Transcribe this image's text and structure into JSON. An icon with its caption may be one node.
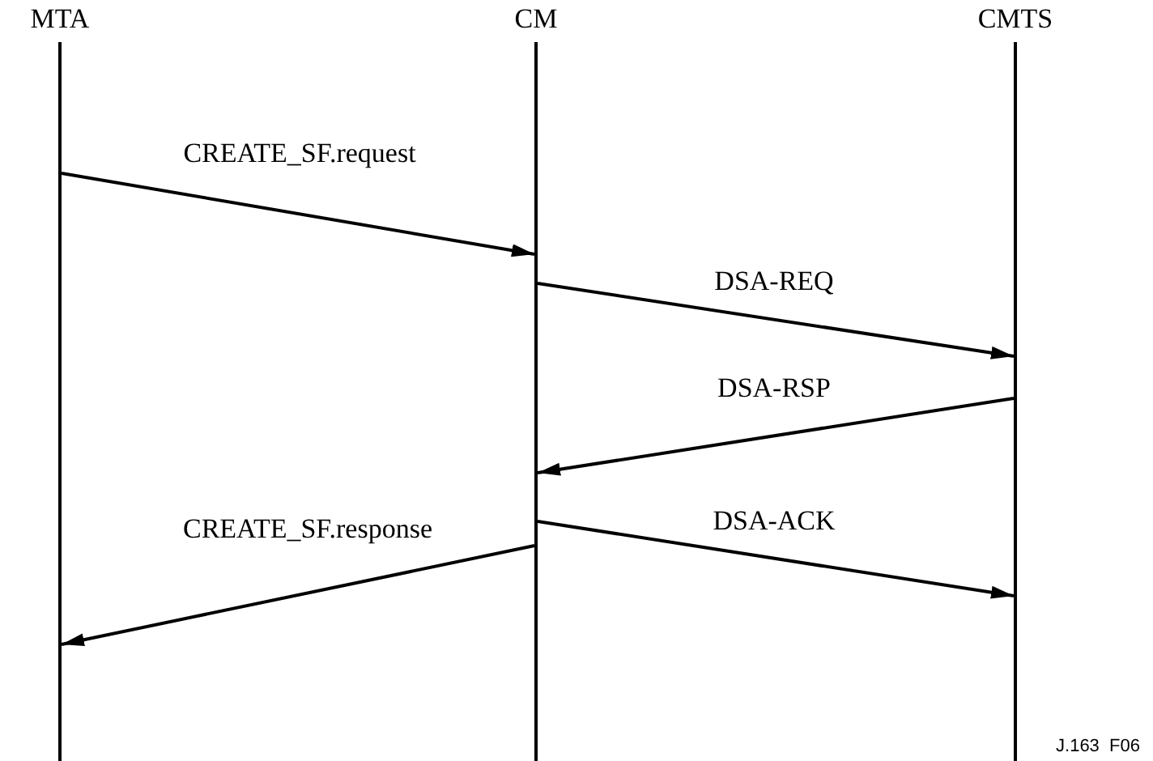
{
  "diagram": {
    "nodes": [
      {
        "text": [
          "MTA"
        ]
      },
      {
        "text": [
          "CM"
        ]
      },
      {
        "text": [
          "CMTS"
        ]
      }
    ],
    "edges": [
      {
        "from": 0,
        "to": 1,
        "arrow": "to",
        "label": "CREATE_SF.request"
      },
      {
        "from": 1,
        "to": 2,
        "arrow": "to",
        "label": "DSA-REQ"
      },
      {
        "from": 2,
        "to": 1,
        "arrow": "to",
        "label": "DSA-RSP"
      },
      {
        "from": 1,
        "to": 0,
        "arrow": "to",
        "label": "CREATE_SF.response"
      },
      {
        "from": 1,
        "to": 2,
        "arrow": "to",
        "label": "DSA-ACK"
      }
    ],
    "labels": [
      "J.163  F06"
    ]
  }
}
